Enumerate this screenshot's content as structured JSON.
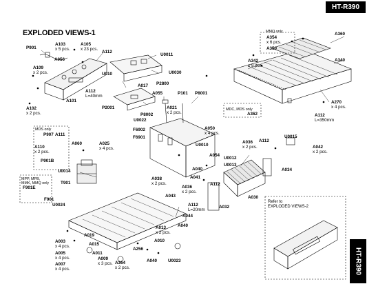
{
  "header": {
    "model": "HT-R390",
    "title": "EXPLODED VIEWS-1"
  },
  "side_tab": {
    "model": "HT-R390"
  },
  "parts": {
    "P901": "P901",
    "A103": "A103",
    "A103_qty": "x 5 pcs.",
    "A105": "A105",
    "A105_qty": "x 23 pcs.",
    "A112_a": "A112",
    "A056": "A056",
    "A109": "A109",
    "A109_qty": "x 2 pcs.",
    "U0011": "U0011",
    "U010": "U010",
    "U0030": "U0030",
    "A017": "A017",
    "A112_b": "A112",
    "A112_b_len": "L=40mm",
    "P2800": "P2800",
    "A101": "A101",
    "A102": "A102",
    "A102_qty": "x 2 pcs.",
    "P2001": "P2001",
    "U0022": "U0022",
    "A055": "A055",
    "P101": "P101",
    "P8001": "P8001",
    "A021": "A021",
    "A021_qty": "x 2 pcs.",
    "P8002": "P8002",
    "F6902": "F6902",
    "F6901": "F6901",
    "A050": "A050",
    "A050_qty": "x 4 pcs.",
    "U0010": "U0010",
    "A360": "A360",
    "A354": "A354",
    "A354_qty": "x 6 pcs.",
    "A350": "A350",
    "A342": "A342",
    "A342_qty": "x 9 pcs.",
    "A340": "A340",
    "A362": "A362",
    "A270": "A270",
    "A270_qty": "x 4 pcs.",
    "A112_c": "A112",
    "A112_c_len": "L=350mm",
    "P907": "P907",
    "A111": "A111",
    "A110": "A110",
    "A110_qty": "x 2 pcs.",
    "P901B": "P901B",
    "A060": "A060",
    "A025": "A025",
    "A025_qty": "x 4 pcs.",
    "U0014": "U0014",
    "T901": "T901",
    "F901": "F901",
    "F901E": "F901E",
    "U0024": "U0024",
    "A038": "A038",
    "A038_qty": "x 2 pcs.",
    "A054": "A054",
    "A040_a": "A040",
    "A041": "A041",
    "U0012": "U0012",
    "U0013": "U0013",
    "A036_a": "A036",
    "A036_a_qty": "x 2 pcs.",
    "A112_d": "A112",
    "U0015": "U0015",
    "A042": "A042",
    "A042_qty": "x 2 pcs.",
    "A034": "A034",
    "A036_b": "A036",
    "A036_b_qty": "x 2 pcs.",
    "A112_e": "A112",
    "A043": "A043",
    "A030": "A030",
    "A112_f": "A112",
    "A112_f_len": "L=20mm",
    "A032": "A032",
    "A044": "A044",
    "A040_b": "A040",
    "A013": "A013",
    "A013_qty": "x 2 pcs.",
    "A019": "A019",
    "A003": "A003",
    "A003_qty": "x 4 pcs.",
    "A015": "A015",
    "A256": "A256",
    "A010": "A010",
    "A005": "A005",
    "A005_qty": "x 4 pcs.",
    "A011": "A011",
    "A009": "A009",
    "A009_qty": "x 3 pcs.",
    "A364": "A364",
    "A364_qty": "x 2 pcs.",
    "A040_c": "A040",
    "U0023": "U0023",
    "A007": "A007",
    "A007_qty": "x 4 pcs."
  },
  "notes": {
    "mmq_only": "MMQ only",
    "mdc_mds_only": "MDC, MDS only",
    "mds_only": "MDS only",
    "mpp_line1": "MPP, MPB,",
    "mpp_line2": "MMK, MMQ only",
    "refer_line1": "Refer to",
    "refer_line2": "EXPLODED VIEWS-2"
  }
}
